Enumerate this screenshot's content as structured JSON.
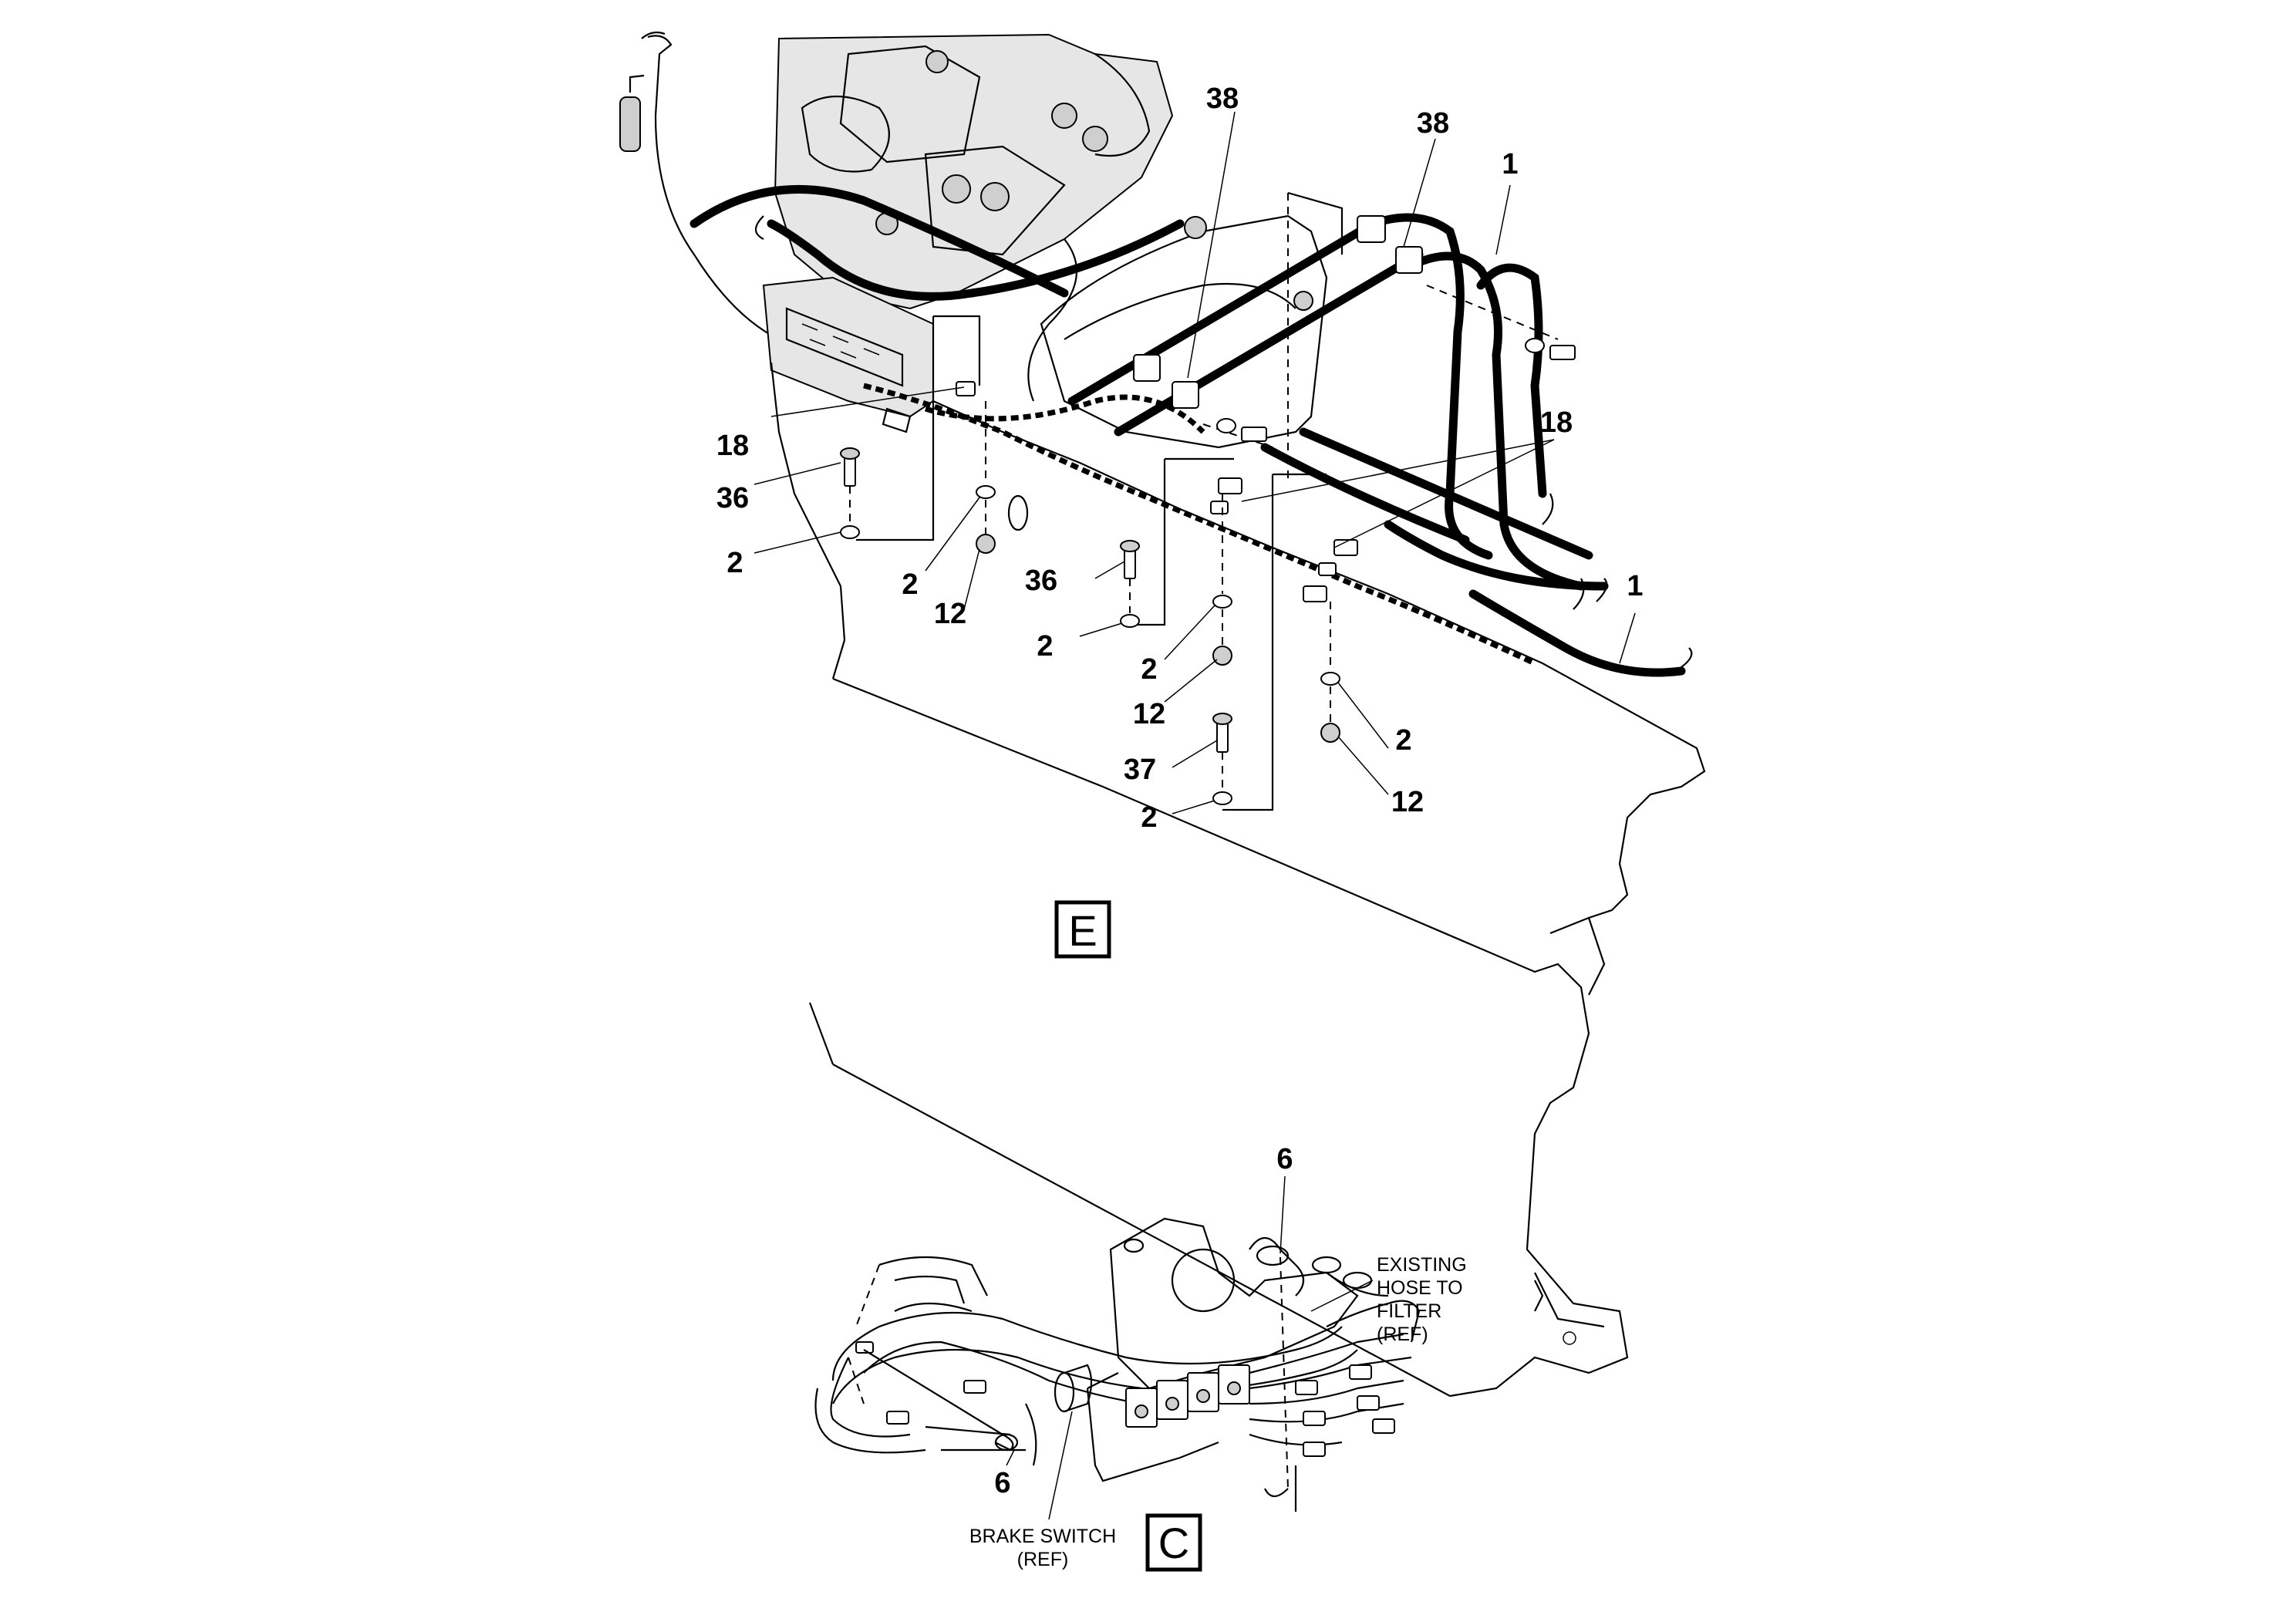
{
  "views": {
    "e": {
      "letter": "E",
      "callouts": {
        "c38a": "38",
        "c38b": "38",
        "c1a": "1",
        "c1b": "1",
        "c18a": "18",
        "c18b": "18",
        "c36a": "36",
        "c36b": "36",
        "c37": "37",
        "c2a": "2",
        "c2b": "2",
        "c2c": "2",
        "c2d": "2",
        "c2e": "2",
        "c2f": "2",
        "c12a": "12",
        "c12b": "12",
        "c12c": "12"
      }
    },
    "c": {
      "letter": "C",
      "callouts": {
        "c6a": "6",
        "c6b": "6"
      },
      "notes": {
        "existing_hose": [
          "EXISTING",
          "HOSE TO",
          "FILTER",
          "(REF)"
        ],
        "brake_switch": [
          "BRAKE SWITCH",
          "(REF)"
        ]
      }
    }
  }
}
